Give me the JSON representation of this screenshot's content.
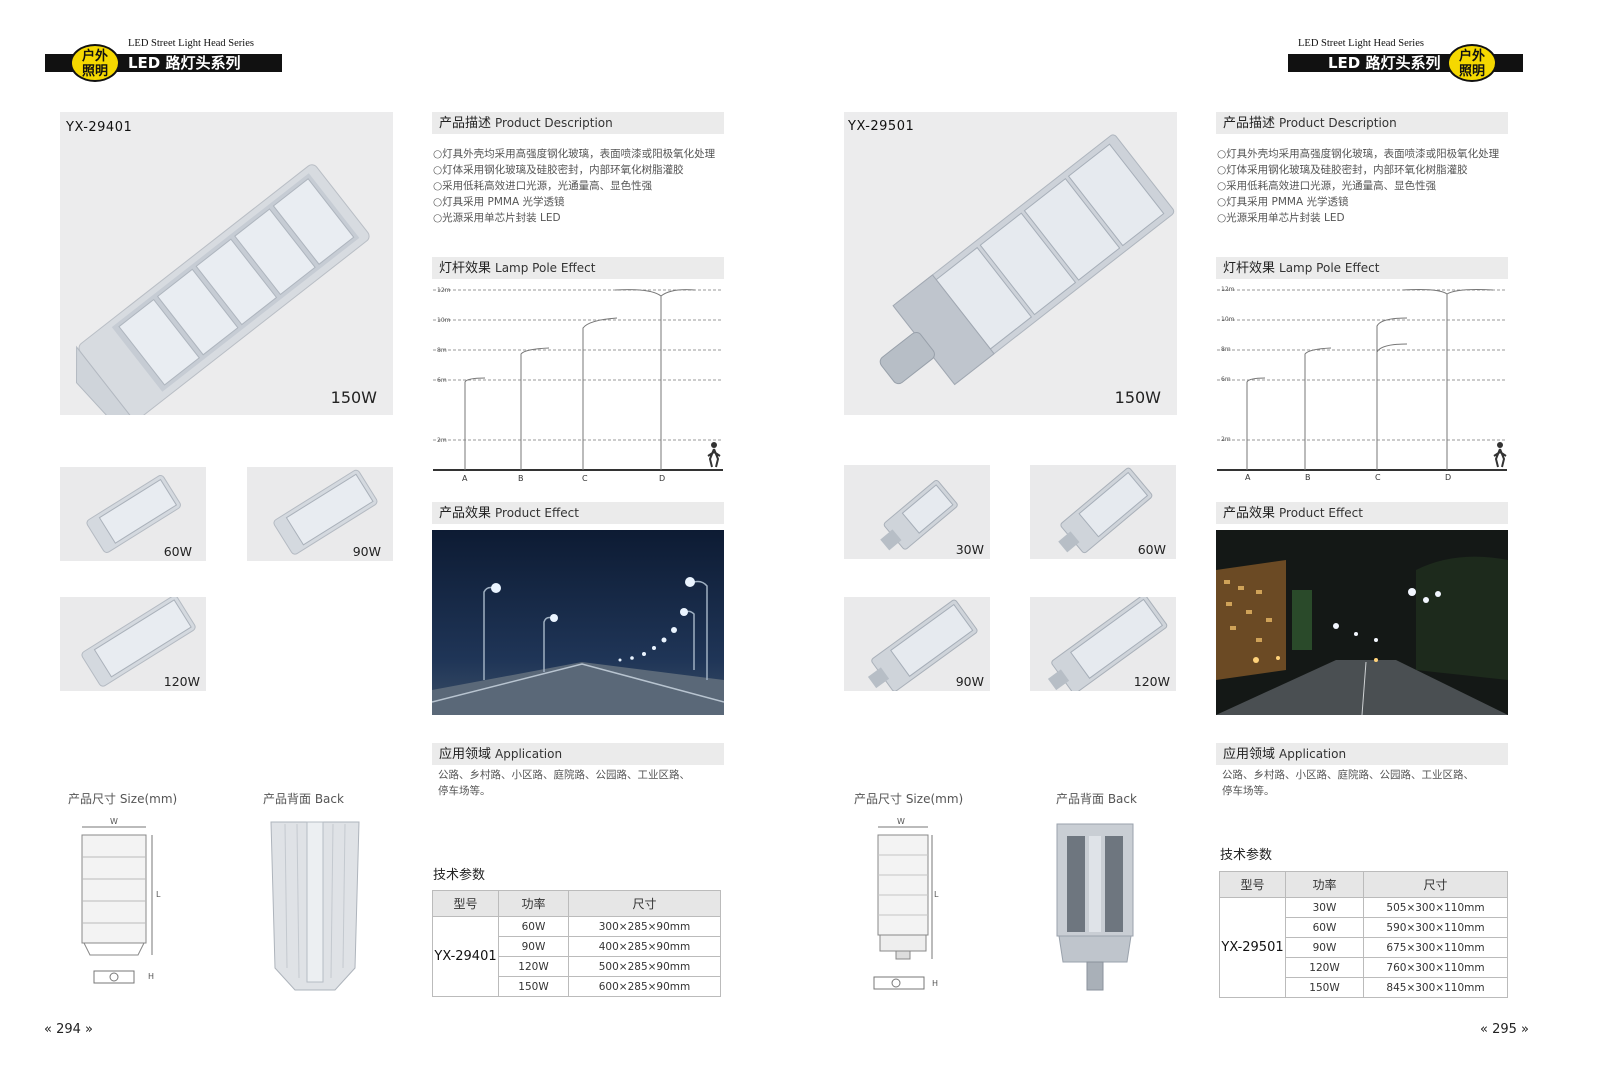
{
  "header": {
    "series_en": "LED Street Light Head Series",
    "series_cn": "LED 路灯头系列",
    "logo_line1": "户外",
    "logo_line2": "照明"
  },
  "left": {
    "model": "YX-29401",
    "main_watt": "150W",
    "variants": [
      "60W",
      "90W",
      "120W"
    ],
    "size_label": "产品尺寸 Size(mm)",
    "back_label": "产品背面 Back",
    "dim_w": "W",
    "dim_l": "L",
    "dim_h": "H",
    "desc_title_cn": "产品描述",
    "desc_title_en": "Product Description",
    "desc": [
      "○灯具外壳均采用高强度钢化玻璃，表面喷漆或阳极氧化处理",
      "○灯体采用钢化玻璃及硅胶密封，内部环氧化树脂灌胶",
      "○采用低耗高效进口光源，光通量高、显色性强",
      "○灯具采用 PMMA 光学透镜",
      "○光源采用单芯片封装 LED"
    ],
    "pole_title_cn": "灯杆效果",
    "pole_title_en": "Lamp Pole Effect",
    "effect_title_cn": "产品效果",
    "effect_title_en": "Product Effect",
    "app_title_cn": "应用领域",
    "app_title_en": "Application",
    "app_text_1": "公路、乡村路、小区路、庭院路、公园路、工业区路、",
    "app_text_2": "停车场等。",
    "spec_title": "技术参数",
    "spec_headers": [
      "型号",
      "功率",
      "尺寸"
    ],
    "spec_rows": [
      [
        "60W",
        "300×285×90mm"
      ],
      [
        "90W",
        "400×285×90mm"
      ],
      [
        "120W",
        "500×285×90mm"
      ],
      [
        "150W",
        "600×285×90mm"
      ]
    ],
    "page": "« 294 »"
  },
  "right": {
    "model": "YX-29501",
    "main_watt": "150W",
    "variants": [
      "30W",
      "60W",
      "90W",
      "120W"
    ],
    "size_label": "产品尺寸 Size(mm)",
    "back_label": "产品背面 Back",
    "dim_w": "W",
    "dim_l": "L",
    "dim_h": "H",
    "desc_title_cn": "产品描述",
    "desc_title_en": "Product Description",
    "desc": [
      "○灯具外壳均采用高强度钢化玻璃，表面喷漆或阳极氧化处理",
      "○灯体采用钢化玻璃及硅胶密封，内部环氧化树脂灌胶",
      "○采用低耗高效进口光源，光通量高、显色性强",
      "○灯具采用 PMMA 光学透镜",
      "○光源采用单芯片封装 LED"
    ],
    "pole_title_cn": "灯杆效果",
    "pole_title_en": "Lamp Pole Effect",
    "effect_title_cn": "产品效果",
    "effect_title_en": "Product Effect",
    "app_title_cn": "应用领域",
    "app_title_en": "Application",
    "app_text_1": "公路、乡村路、小区路、庭院路、公园路、工业区路、",
    "app_text_2": "停车场等。",
    "spec_title": "技术参数",
    "spec_headers": [
      "型号",
      "功率",
      "尺寸"
    ],
    "spec_rows": [
      [
        "30W",
        "505×300×110mm"
      ],
      [
        "60W",
        "590×300×110mm"
      ],
      [
        "90W",
        "675×300×110mm"
      ],
      [
        "120W",
        "760×300×110mm"
      ],
      [
        "150W",
        "845×300×110mm"
      ]
    ],
    "page": "« 295 »"
  },
  "pole_chart": {
    "heights": [
      "12m",
      "10m",
      "8m",
      "6m",
      "2m"
    ],
    "poles": [
      "A",
      "B",
      "C",
      "D"
    ]
  }
}
